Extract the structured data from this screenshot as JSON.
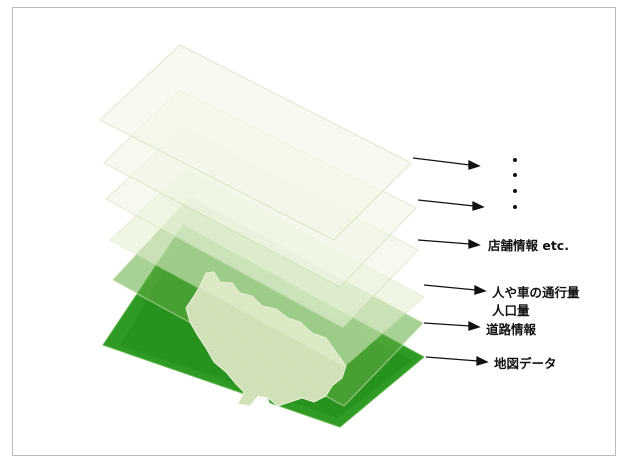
{
  "layers": [
    {
      "label": "地図データ"
    },
    {
      "label": "道路情報"
    },
    {
      "label": "人や車の通行量"
    },
    {
      "label": "人口量"
    },
    {
      "label": "店舗情報 etc."
    }
  ],
  "colors": {
    "map_layer": "#2f9b24",
    "map_layer_dark": "#1f7a18",
    "land_shape": "#cfe0b3",
    "pale_layer": "#eef5e1",
    "layer_edge": "#c7d9a7",
    "arrow": "#111111"
  }
}
